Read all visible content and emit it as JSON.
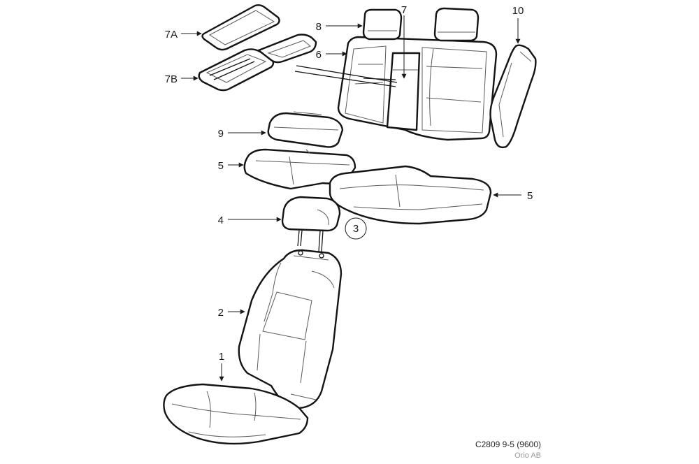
{
  "callouts": {
    "c1": "1",
    "c2": "2",
    "c3": "3",
    "c4": "4",
    "c5a": "5",
    "c5b": "5",
    "c6": "6",
    "c7": "7",
    "c7a": "7A",
    "c7b": "7B",
    "c8": "8",
    "c9": "9",
    "c10": "10"
  },
  "caption": {
    "code": "C2809 9-5 (9600)",
    "owner": "Orio AB"
  },
  "colors": {
    "outline": "#141414",
    "seam": "#5c5c5c",
    "background": "#ffffff",
    "owner_text": "#9a9a9a"
  }
}
